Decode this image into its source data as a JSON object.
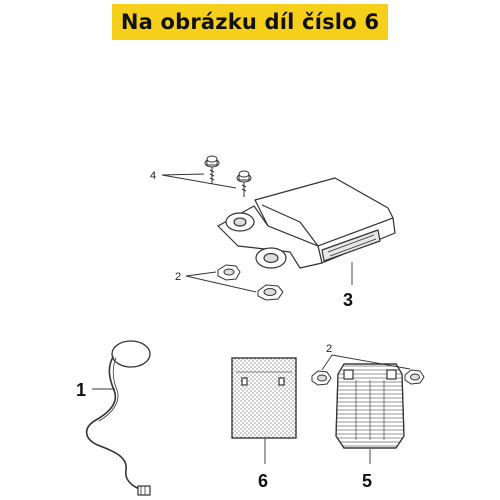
{
  "banner": {
    "text": "Na obrázku díl číslo 6",
    "background": "#f5cf1a"
  },
  "callouts": {
    "part1": "1",
    "part2_top": "2",
    "part2_right": "2",
    "part3": "3",
    "part4": "4",
    "part5": "5",
    "part6": "6"
  },
  "colors": {
    "line": "#333333",
    "part_fill": "#ffffff",
    "shade": "#cfcfcf"
  }
}
